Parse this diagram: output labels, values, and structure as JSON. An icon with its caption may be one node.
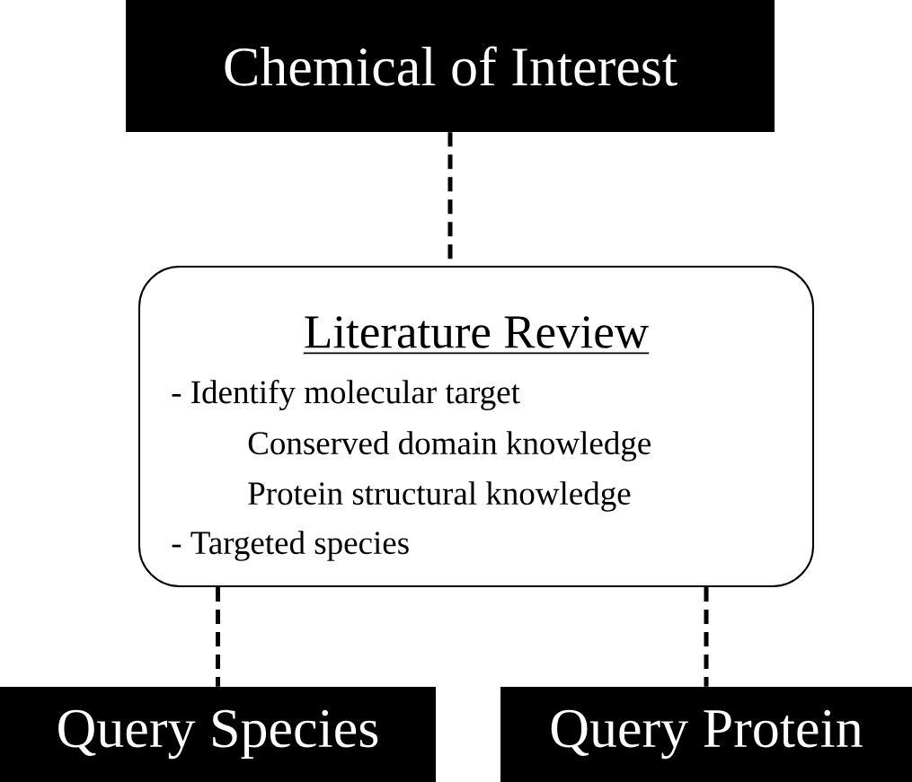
{
  "diagram": {
    "nodes": [
      {
        "text": [
          "Chemical of Interest"
        ]
      },
      {
        "text": [
          "Literature Review",
          "- Identify molecular target",
          "Conserved domain knowledge",
          "Protein structural knowledge",
          "- Targeted species"
        ]
      },
      {
        "text": [
          "Query Species"
        ]
      },
      {
        "text": [
          "Query Protein"
        ]
      }
    ],
    "edges": [
      {
        "from": 0,
        "to": 1,
        "arrow": "none",
        "style": "dashed"
      },
      {
        "from": 1,
        "to": 2,
        "arrow": "none",
        "style": "dashed"
      },
      {
        "from": 1,
        "to": 3,
        "arrow": "none",
        "style": "dashed"
      }
    ]
  }
}
